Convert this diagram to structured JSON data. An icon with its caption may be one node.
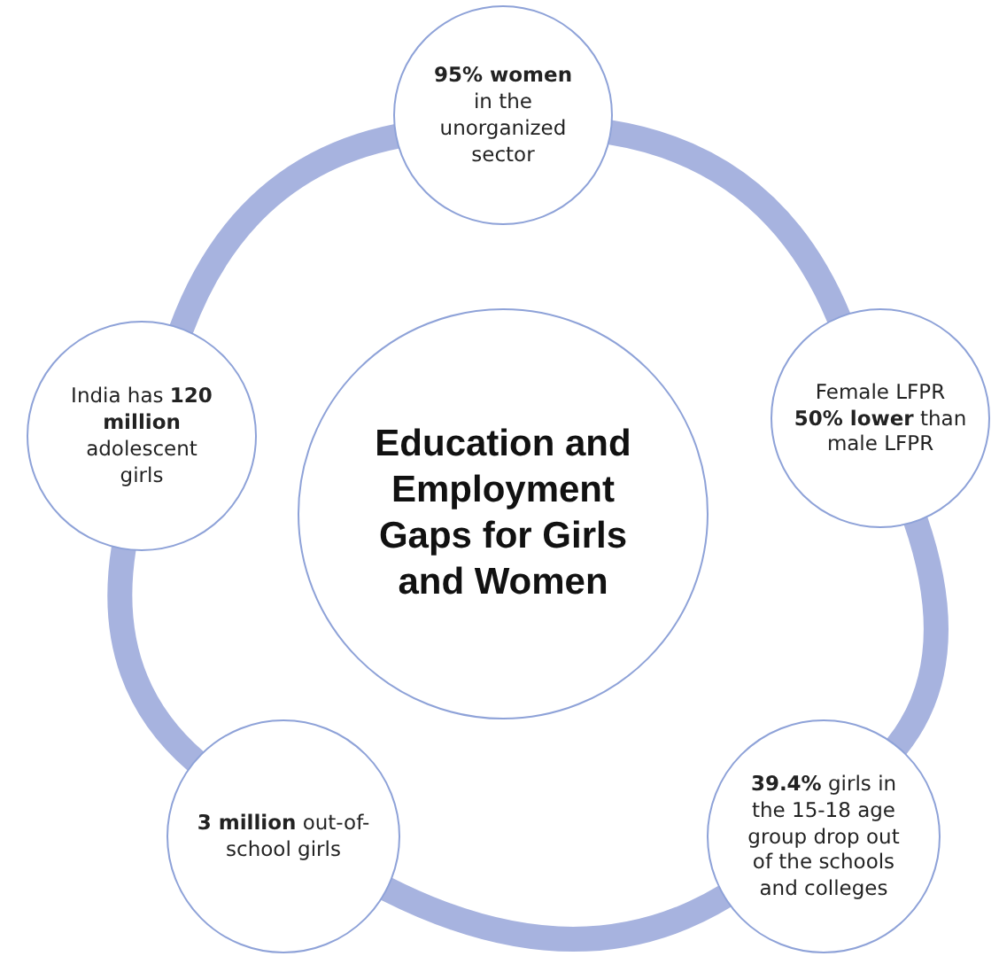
{
  "diagram": {
    "nodes": [
      {
        "text": [
          "Education and Employment Gaps for Girls and Women"
        ]
      },
      {
        "text": [
          "**95% women** in the unorganized sector"
        ]
      },
      {
        "text": [
          "Female LFPR **50% lower** than male LFPR"
        ]
      },
      {
        "text": [
          "**39.4%** girls in the 15-18 age group drop out of the schools and colleges"
        ]
      },
      {
        "text": [
          "**3 million** out-of-school girls"
        ]
      },
      {
        "text": [
          "India has **120 million** adolescent girls"
        ]
      }
    ],
    "edges": [
      {
        "from": 1,
        "to": 2,
        "arrow": "none"
      },
      {
        "from": 2,
        "to": 3,
        "arrow": "none"
      },
      {
        "from": 3,
        "to": 4,
        "arrow": "none"
      },
      {
        "from": 4,
        "to": 5,
        "arrow": "none"
      },
      {
        "from": 5,
        "to": 1,
        "arrow": "none"
      }
    ]
  }
}
